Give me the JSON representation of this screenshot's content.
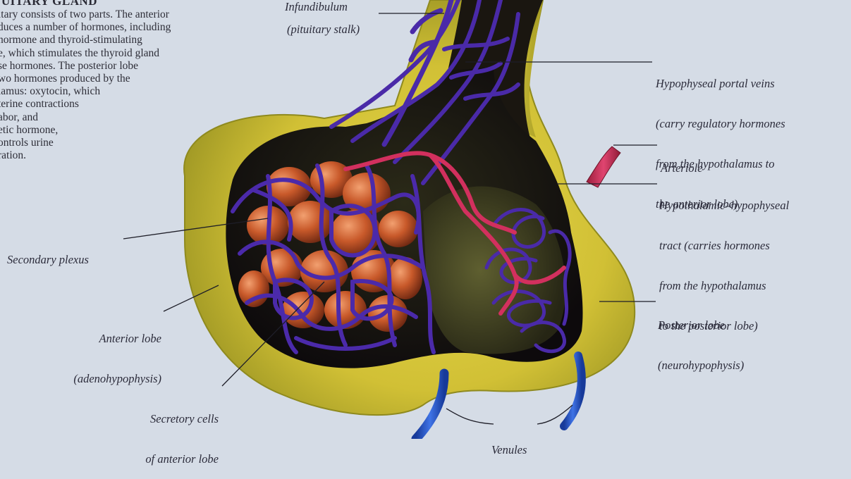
{
  "intro": {
    "heading": "PITUITARY GLAND",
    "lines": [
      "itary consists of two parts. The anterior",
      "duces a number of hormones, including",
      "hormone and thyroid-stimulating",
      "e, which stimulates the thyroid gland",
      "se hormones. The posterior lobe",
      "wo hormones produced by the",
      "lamus: oxytocin, which",
      "terine contractions",
      "abor, and",
      "etic hormone,",
      "ontrols urine",
      "ration."
    ]
  },
  "labels": {
    "infundibulum": [
      "Infundibulum",
      "(pituitary stalk)"
    ],
    "portal_veins": [
      "Hypophyseal portal veins",
      "(carry regulatory hormones",
      "from the hypothalamus to",
      "the anterior lobe)"
    ],
    "arteriole": [
      "Arteriole"
    ],
    "tract": [
      "Hypothalamic–hypophyseal",
      "tract (carries hormones",
      "from the hypothalamus",
      "to the posterior lobe)"
    ],
    "secondary_plexus": [
      "Secondary plexus"
    ],
    "posterior_lobe": [
      "Posterior lobe",
      "(neurohypophysis)"
    ],
    "anterior_lobe": [
      "Anterior lobe",
      "(adenohypophysis)"
    ],
    "secretory_cells": [
      "Secretory cells",
      "of anterior lobe"
    ],
    "venules": [
      "Venules"
    ]
  },
  "colors": {
    "background": "#d5dce6",
    "capsule": "#d6c637",
    "capsule_shadow": "#8f8a1e",
    "interior": "#141010",
    "veins": "#4a2aa8",
    "arteries": "#d2305e",
    "secretory_cells": "#c65a2a",
    "venule_blue": "#2350c8",
    "leader_line": "#1e1e28"
  }
}
